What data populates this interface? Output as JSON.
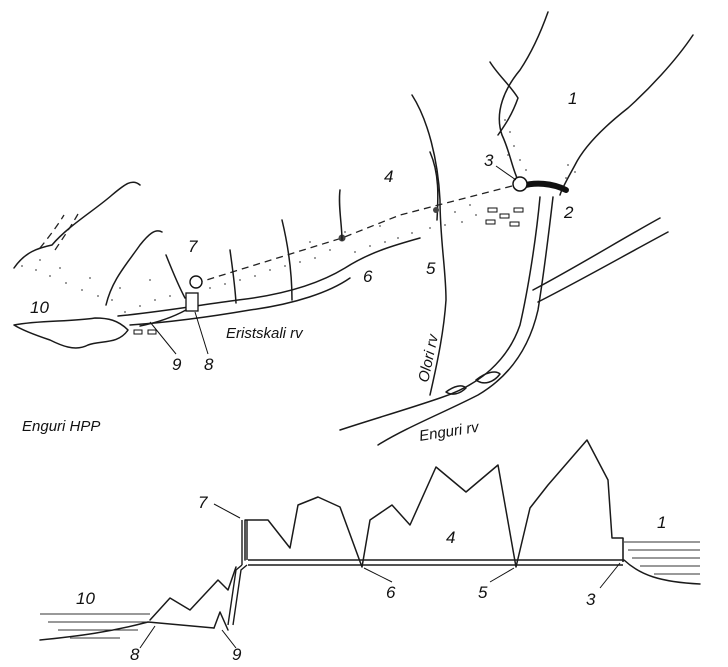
{
  "caption": "Enguri HPP",
  "rivers": {
    "eristskali": "Eristskali rv",
    "olori": "Olori rv",
    "enguri": "Enguri rv"
  },
  "plan_numbers": {
    "n1": "1",
    "n2": "2",
    "n3": "3",
    "n4": "4",
    "n5": "5",
    "n6": "6",
    "n7": "7",
    "n8": "8",
    "n9": "9",
    "n10": "10"
  },
  "profile_numbers": {
    "n1": "1",
    "n3": "3",
    "n4": "4",
    "n5": "5",
    "n6": "6",
    "n7": "7",
    "n8": "8",
    "n9": "9",
    "n10": "10"
  }
}
